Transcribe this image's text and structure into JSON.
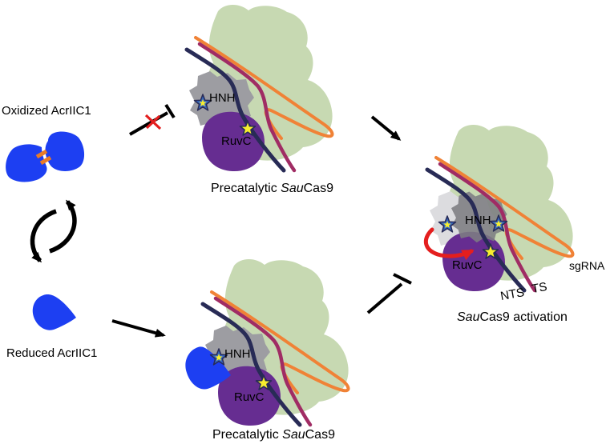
{
  "labels": {
    "oxidized_acr": "Oxidized AcrIIC1",
    "reduced_acr": "Reduced AcrIIC1",
    "hnh_domain": "HNH",
    "ruvc_domain": "RuvC",
    "sgrna": "sgRNA",
    "target_strand": "TS",
    "nontarget_strand": "NTS",
    "precatalytic_prefix": "Precatalytic ",
    "species_italic": "Sau",
    "cas9_suffix": "Cas9",
    "activation_suffix": "Cas9 activation"
  },
  "palette": {
    "cas9_green": "#c7d9b2",
    "hnh_gray": "#9d9da2",
    "hnh_ghost_gray": "#dcdcdf",
    "hnh_active_gray": "#7d7d82",
    "ruvc_purple": "#662d91",
    "sgrna_orange": "#f08236",
    "nts_navy": "#282b56",
    "ts_maroon": "#a02c64",
    "acr_blue": "#1d3ff2",
    "disulfide_orange": "#e87a28",
    "star_blue": "#3566c0",
    "star_yellow": "#f7ee2e",
    "arrow_red": "#e41e1e",
    "ink_black": "#000000"
  }
}
